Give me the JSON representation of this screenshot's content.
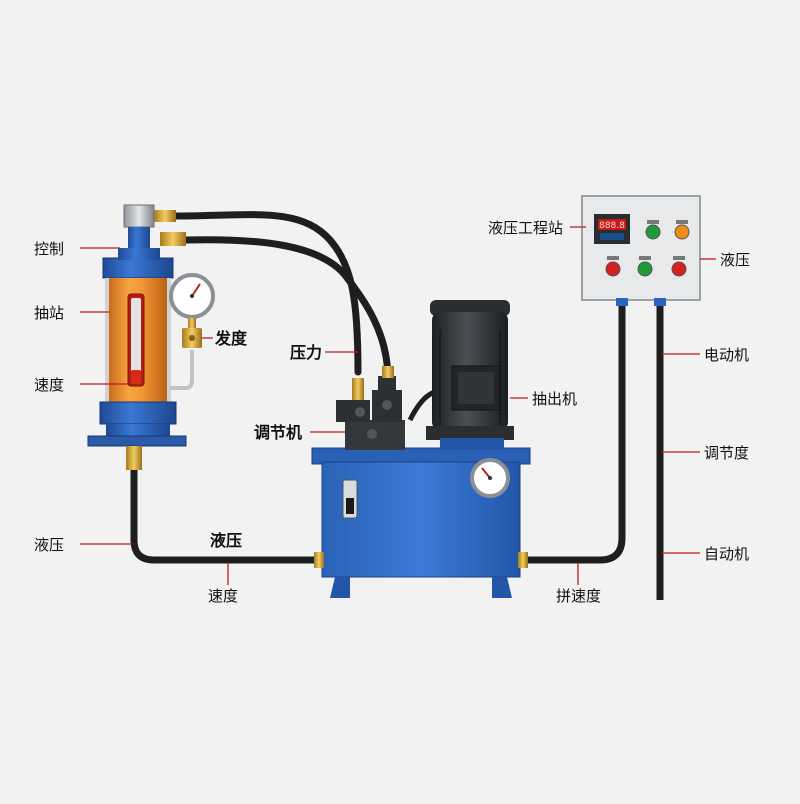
{
  "labels": {
    "cyl_top": "控制",
    "cyl_body": "抽站",
    "cyl_sight": "速度",
    "valve": "发度",
    "hose_top": "压力",
    "valve_block": "调节机",
    "motor": "抽出机",
    "control_box": "液压工程站",
    "box_right": "液压",
    "cable_1": "电动机",
    "cable_2": "调节度",
    "cable_3": "自动机",
    "left_pipe": "液压",
    "pipe_mid": "液压",
    "pipe_mid_below": "速度",
    "right_pipe": "拼速度"
  },
  "colors": {
    "cylinder_blue": "#2f63b8",
    "cylinder_orange": "#e8881f",
    "tank_blue": "#2f6fc8",
    "motor_dark": "#2c3033",
    "hose_black": "#1e1e1e",
    "box_panel": "#eeeeee"
  },
  "panel": {
    "display": "888.8",
    "buttons": [
      "green",
      "orange",
      "red",
      "green",
      "red"
    ]
  }
}
